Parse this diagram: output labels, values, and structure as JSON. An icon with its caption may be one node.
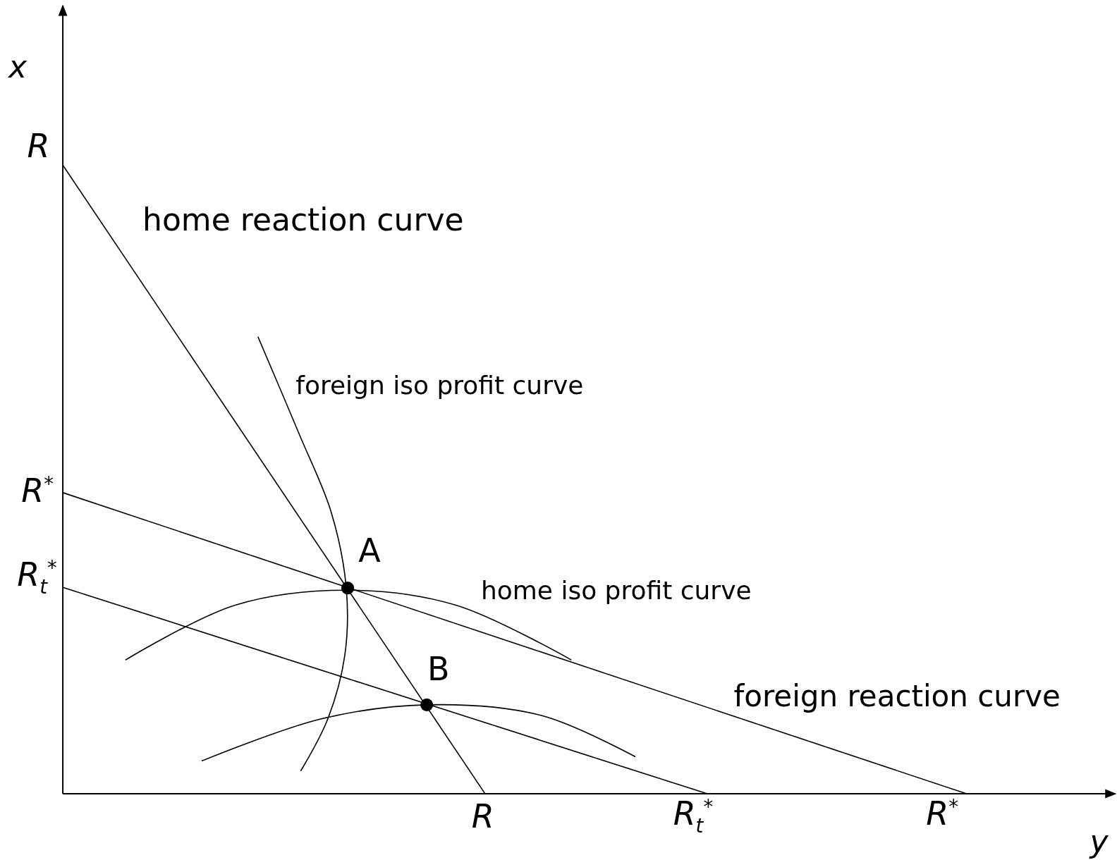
{
  "diagram": {
    "labels": [
      "x",
      "R",
      "home reaction curve",
      "foreign iso profit curve",
      "R$^{*}$",
      "A",
      "R$_{t}$$^{*}$",
      "home iso profit curve",
      "B",
      "foreign reaction curve",
      "R",
      "R$_{t}$$^{*}$",
      "R$^{*}$",
      "y"
    ]
  }
}
